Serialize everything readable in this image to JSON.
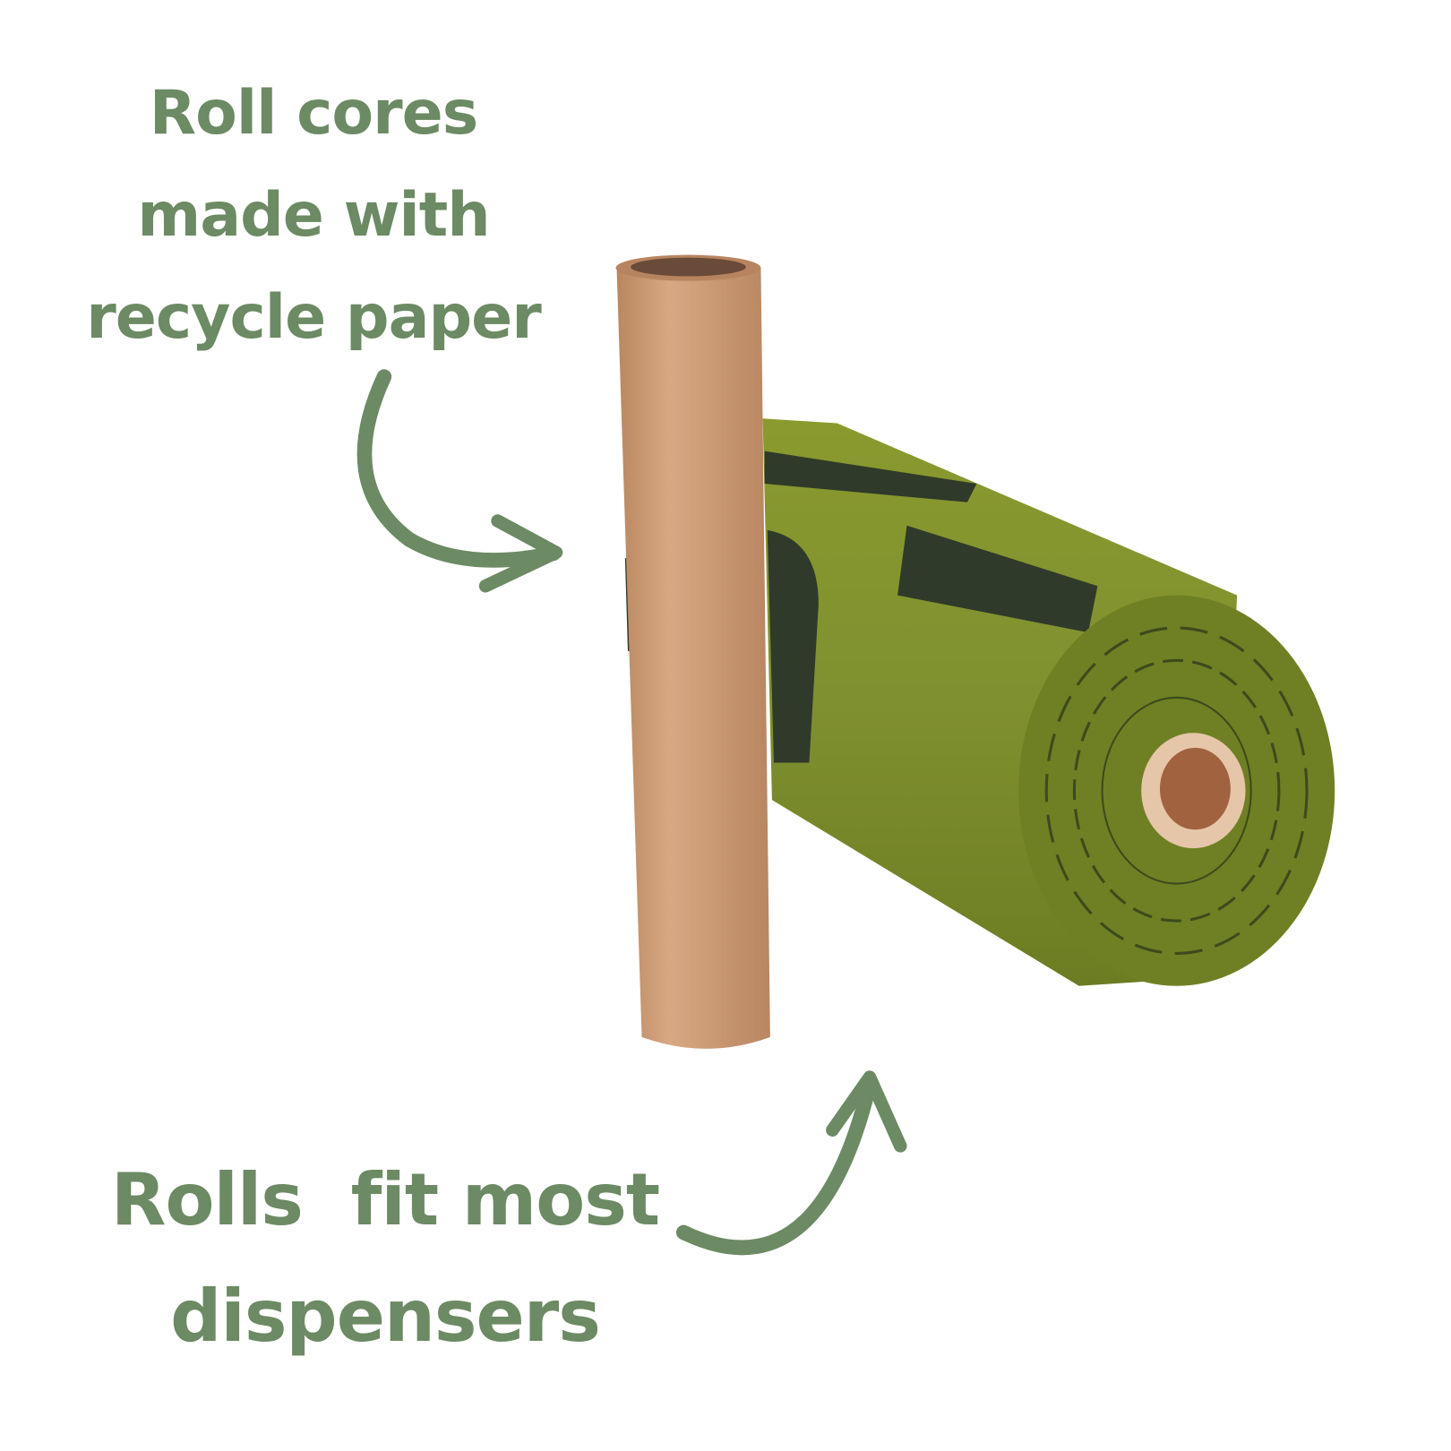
{
  "captions": {
    "top": [
      "Roll cores",
      "made with",
      "recycle paper"
    ],
    "bottom": [
      "Rolls  fit most",
      "dispensers"
    ]
  },
  "colors": {
    "text": "#6c8a63",
    "arrow": "#6c8a63",
    "core": "#c99a75",
    "bag": "#7f8f2a",
    "print": "#2f3a2a"
  }
}
